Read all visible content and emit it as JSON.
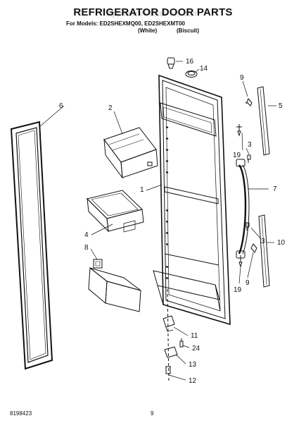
{
  "header": {
    "title": "REFRIGERATOR DOOR PARTS",
    "watermark": "AppliancePartsPros.com",
    "models_line": "For Models: ED2SHEXMQ00, ED2SHEXMT00",
    "variant_white": "(White)",
    "variant_biscuit": "(Biscuit)"
  },
  "callouts": {
    "c16": "16",
    "c14": "14",
    "c9a": "9",
    "c5": "5",
    "c6": "6",
    "c2": "2",
    "c19a": "19",
    "c3a": "3",
    "c1": "1",
    "c7": "7",
    "c4": "4",
    "c8": "8",
    "c3b": "3",
    "c10": "10",
    "c9b": "9",
    "c19b": "19",
    "c11": "11",
    "c24": "24",
    "c13": "13",
    "c12": "12"
  },
  "footer": {
    "doc_number": "8198423",
    "page_number": "9"
  }
}
